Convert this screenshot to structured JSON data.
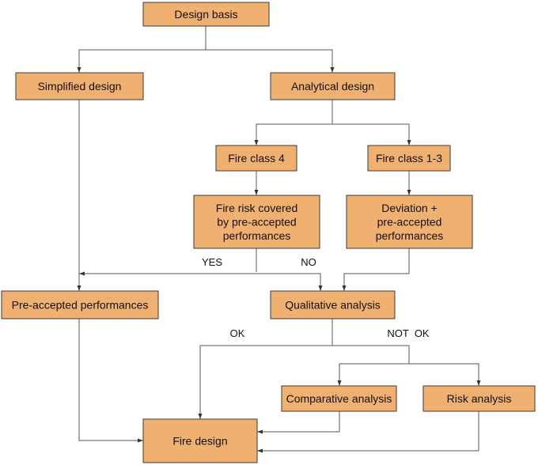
{
  "colors": {
    "box_fill": "#f0b070",
    "box_stroke": "#3a3a3a",
    "edge": "#555555"
  },
  "nodes": {
    "design_basis": "Design basis",
    "simplified_design": "Simplified design",
    "analytical_design": "Analytical design",
    "fire_class_4": "Fire class 4",
    "fire_class_1_3": "Fire class 1-3",
    "fire_risk_covered": [
      "Fire risk covered",
      "by pre-accepted",
      "performances"
    ],
    "deviation": [
      "Deviation +",
      "pre-accepted",
      "performances"
    ],
    "pre_accepted_performances": "Pre-accepted performances",
    "qualitative_analysis": "Qualitative analysis",
    "comparative_analysis": "Comparative analysis",
    "risk_analysis": "Risk analysis",
    "fire_design": "Fire design"
  },
  "edge_labels": {
    "yes": "YES",
    "no": "NO",
    "ok": "OK",
    "not_ok": "NOT  OK"
  }
}
